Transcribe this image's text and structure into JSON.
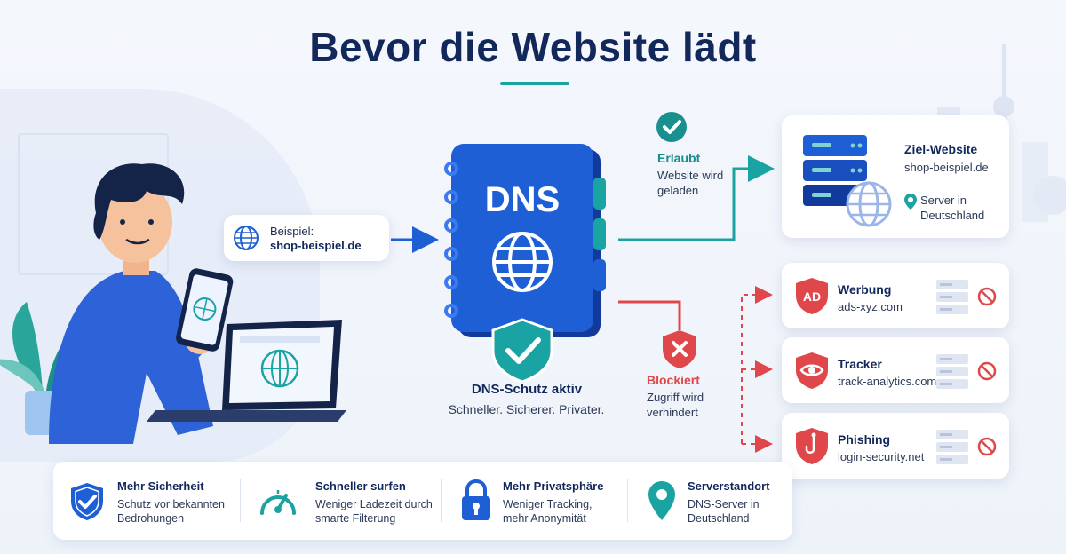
{
  "title": "Bevor die Website lädt",
  "example": {
    "label": "Beispiel:",
    "domain": "shop-beispiel.de"
  },
  "dns": {
    "book_label": "DNS",
    "status": "DNS-Schutz aktiv",
    "tagline": "Schneller. Sicherer. Privater."
  },
  "allowed": {
    "title": "Erlaubt",
    "description": "Website wird geladen"
  },
  "blocked": {
    "title": "Blockiert",
    "description": "Zugriff wird verhindert"
  },
  "target": {
    "title": "Ziel-Website",
    "domain": "shop-beispiel.de",
    "location": "Server in Deutschland"
  },
  "blocked_items": [
    {
      "title": "Werbung",
      "domain": "ads-xyz.com",
      "badge": "AD",
      "icon": "ad-shield-icon"
    },
    {
      "title": "Tracker",
      "domain": "track-analytics.com",
      "icon": "eye-shield-icon"
    },
    {
      "title": "Phishing",
      "domain": "login-security.net",
      "icon": "hook-shield-icon"
    }
  ],
  "features": [
    {
      "title": "Mehr Sicherheit",
      "description": "Schutz vor bekannten Bedrohungen",
      "icon": "shield-check-icon"
    },
    {
      "title": "Schneller surfen",
      "description": "Weniger Ladezeit durch smarte Filterung",
      "icon": "speedometer-icon"
    },
    {
      "title": "Mehr Privatsphäre",
      "description": "Weniger Tracking, mehr Anonymität",
      "icon": "padlock-icon"
    },
    {
      "title": "Serverstandort",
      "description": "DNS-Server in Deutschland",
      "icon": "location-pin-icon"
    }
  ],
  "colors": {
    "navy": "#13285a",
    "blue": "#1e5fd6",
    "teal": "#1aa3a3",
    "red": "#e0474a"
  }
}
